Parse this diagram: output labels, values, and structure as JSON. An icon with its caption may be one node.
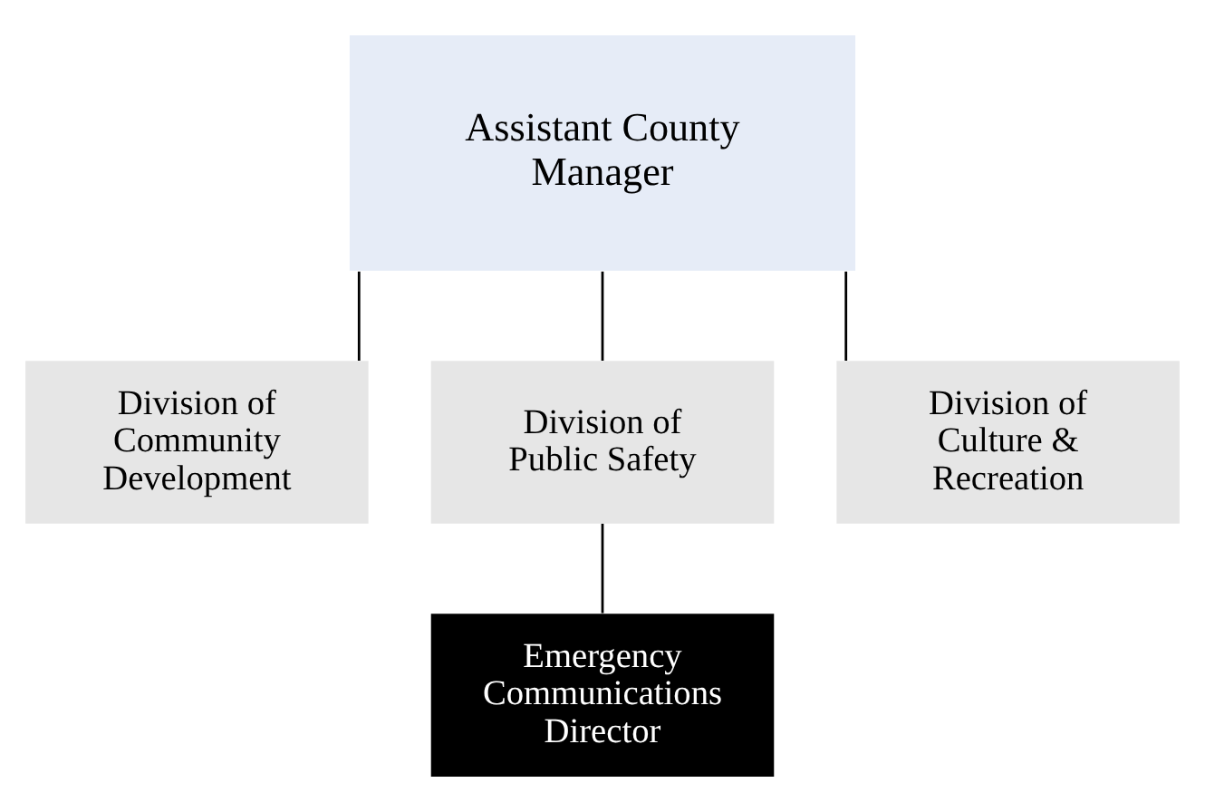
{
  "diagram": {
    "nodes": [
      {
        "text": [
          "Assistant County Manager"
        ]
      },
      {
        "text": [
          "Division of Community Development"
        ]
      },
      {
        "text": [
          "Division of Public Safety"
        ]
      },
      {
        "text": [
          "Division of Culture & Recreation"
        ]
      },
      {
        "text": [
          "Emergency Communications Director"
        ]
      }
    ],
    "edges": [
      {
        "from": 0,
        "to": 1,
        "arrow": "none"
      },
      {
        "from": 0,
        "to": 2,
        "arrow": "none"
      },
      {
        "from": 0,
        "to": 3,
        "arrow": "none"
      },
      {
        "from": 2,
        "to": 4,
        "arrow": "none"
      }
    ]
  }
}
